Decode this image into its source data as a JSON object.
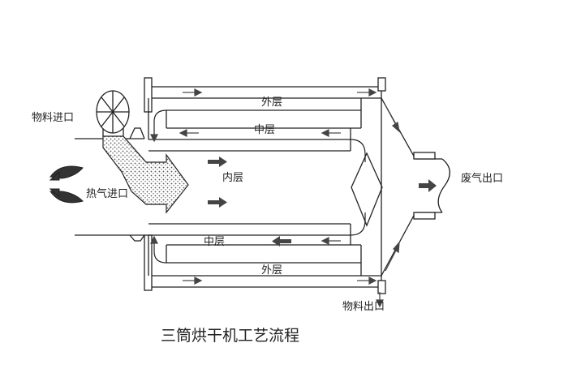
{
  "labels": {
    "material_inlet": "物料进口",
    "hot_air_inlet": "热气进口",
    "outer_layer_top": "外层",
    "middle_layer_top": "中层",
    "inner_layer": "内层",
    "middle_layer_bottom": "中层",
    "outer_layer_bottom": "外层",
    "exhaust_outlet": "废气出口",
    "material_outlet": "物料出口"
  },
  "title": "三筒烘干机工艺流程",
  "colors": {
    "line": "#222222",
    "arrow": "#444444",
    "hatch": "#555555"
  },
  "icons": {
    "feeder": "rotary-feeder-icon",
    "burner": "flame-icon"
  }
}
